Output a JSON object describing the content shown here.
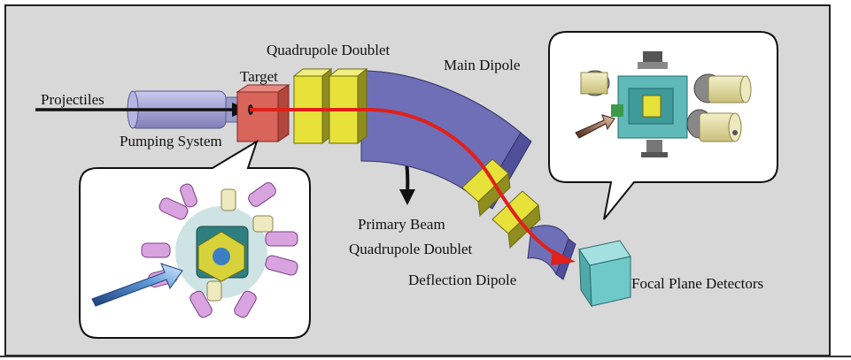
{
  "labels": {
    "projectiles": "Projectiles",
    "pumping_system": "Pumping System",
    "target": "Target",
    "quadrupole_doublet_top": "Quadrupole Doublet",
    "main_dipole": "Main Dipole",
    "primary_beam": "Primary Beam",
    "quadrupole_doublet_bottom": "Quadrupole Doublet",
    "deflection_dipole": "Deflection Dipole",
    "focal_plane_detectors": "Focal Plane Detectors"
  },
  "colors": {
    "background": "#d8d8d8",
    "pumping_system": "#a9a8d6",
    "target": "#d9645a",
    "quadrupole": "#e6e23a",
    "dipole": "#6f6fb8",
    "focal_plane": "#6fc9c9",
    "beam_red": "#e0201a",
    "beam_black": "#111111",
    "array_arrow": "#4a7fc4"
  }
}
